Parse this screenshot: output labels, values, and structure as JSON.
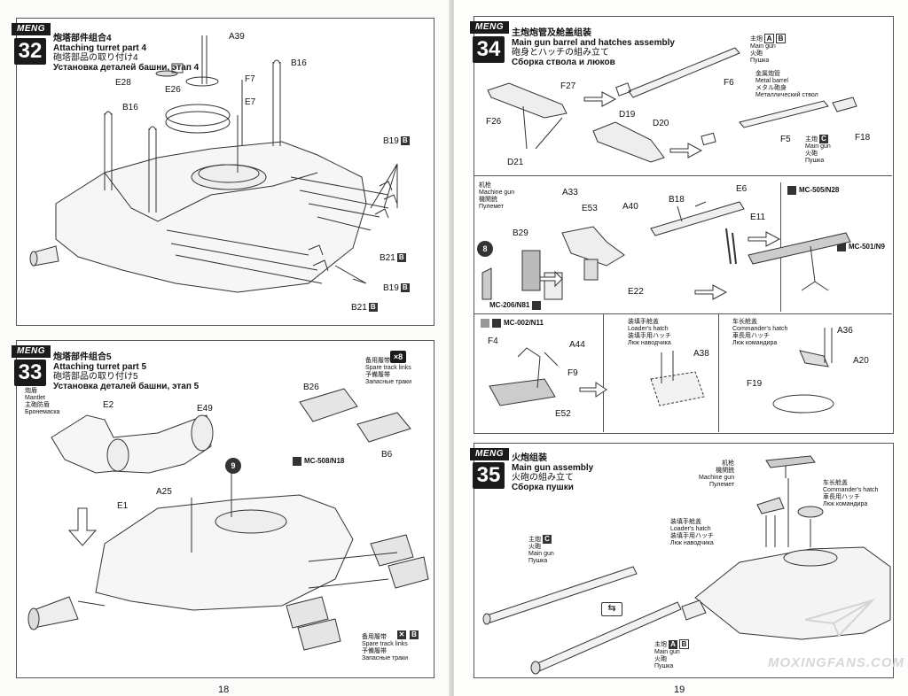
{
  "page_numbers": {
    "left": "18",
    "right": "19"
  },
  "brand": "MENG",
  "watermark": "MOXINGFANS.COM",
  "steps": {
    "s32": {
      "number": "32",
      "title_zh": "炮塔部件组合4",
      "title_en": "Attaching turret part 4",
      "title_ja": "砲塔部品の取り付け4",
      "title_ru": "Установка деталей башни, этап 4",
      "parts": {
        "a39": "A39",
        "b16a": "B16",
        "b16b": "B16",
        "e28": "E28",
        "e26": "E26",
        "f7": "F7",
        "e7": "E7",
        "b19a": "B19",
        "b19b": "B19",
        "b21a": "B21",
        "b21b": "B21"
      },
      "letter_b": "B"
    },
    "s33": {
      "number": "33",
      "title_zh": "炮塔部件组合5",
      "title_en": "Attaching turret part 5",
      "title_ja": "砲塔部品の取り付け5",
      "title_ru": "Установка деталей башни, этап 5",
      "mantlet": {
        "zh": "炮盾",
        "en": "Mantlet",
        "ja": "主砲防盾",
        "ru": "Бронемаска"
      },
      "spare_links": {
        "zh": "备用履带",
        "en": "Spare track links",
        "ja": "予備履帯",
        "ru": "Запасные траки"
      },
      "multiplier": "×8",
      "parts": {
        "b26": "B26",
        "b6": "B6",
        "e2": "E2",
        "e49": "E49",
        "e1": "E1",
        "a25": "A25"
      },
      "mc_code": "MC-508/N18",
      "w_circle": "9",
      "letter_b": "B"
    },
    "s34": {
      "number": "34",
      "title_zh": "主炮炮管及舱盖组装",
      "title_en": "Main gun barrel and hatches assembly",
      "title_ja": "砲身とハッチの組み立て",
      "title_ru": "Сборка ствола и люков",
      "main_gun": {
        "zh": "主炮",
        "ja": "火砲",
        "en": "Main gun",
        "ru": "Пушка"
      },
      "metal_barrel": {
        "zh": "金属炮管",
        "en": "Metal barrel",
        "ja": "メタル砲身",
        "ru": "Металлический ствол"
      },
      "machine_gun": {
        "zh": "机枪",
        "ja": "機関銃",
        "en": "Machine gun",
        "ru": "Пулемет"
      },
      "loaders_hatch": {
        "zh": "装填手舱盖",
        "en": "Loader's hatch",
        "ja": "装填手用ハッチ",
        "ru": "Люк наводчика"
      },
      "commanders_hatch": {
        "zh": "车长舱盖",
        "en": "Commander's hatch",
        "ja": "車長用ハッチ",
        "ru": "Люк командира"
      },
      "parts": {
        "f27": "F27",
        "f26": "F26",
        "d19": "D19",
        "d20": "D20",
        "d21": "D21",
        "f6": "F6",
        "f5": "F5",
        "f18": "F18",
        "a33": "A33",
        "e53": "E53",
        "a40": "A40",
        "b18": "B18",
        "e6": "E6",
        "e11": "E11",
        "b29": "B29",
        "e22": "E22",
        "f4": "F4",
        "a44": "A44",
        "f9": "F9",
        "e52": "E52",
        "a38": "A38",
        "a36": "A36",
        "a20": "A20",
        "f19": "F19"
      },
      "mc_codes": {
        "n28": "MC-505/N28",
        "n9": "MC-501/N9",
        "n81": "MC-206/N81",
        "n11": "MC-002/N11"
      },
      "w_circle": "8",
      "letters": {
        "a": "A",
        "b": "B",
        "c": "C"
      }
    },
    "s35": {
      "number": "35",
      "title_zh": "火炮组装",
      "title_en": "Main gun assembly",
      "title_ja": "火砲の組み立て",
      "title_ru": "Сборка пушки",
      "machine_gun": {
        "zh": "机枪",
        "ja": "機関銃",
        "en": "Machine gun",
        "ru": "Пулемет"
      },
      "loaders_hatch": {
        "zh": "装填手舱盖",
        "en": "Loader's hatch",
        "ja": "装填手用ハッチ",
        "ru": "Люк наводчика"
      },
      "commanders_hatch": {
        "zh": "车长舱盖",
        "en": "Commander's hatch",
        "ja": "車長用ハッチ",
        "ru": "Люк командира"
      },
      "main_gun": {
        "zh": "主炮",
        "ja": "火砲",
        "en": "Main gun",
        "ru": "Пушка"
      },
      "letters": {
        "a": "A",
        "b": "B",
        "c": "C"
      }
    }
  }
}
